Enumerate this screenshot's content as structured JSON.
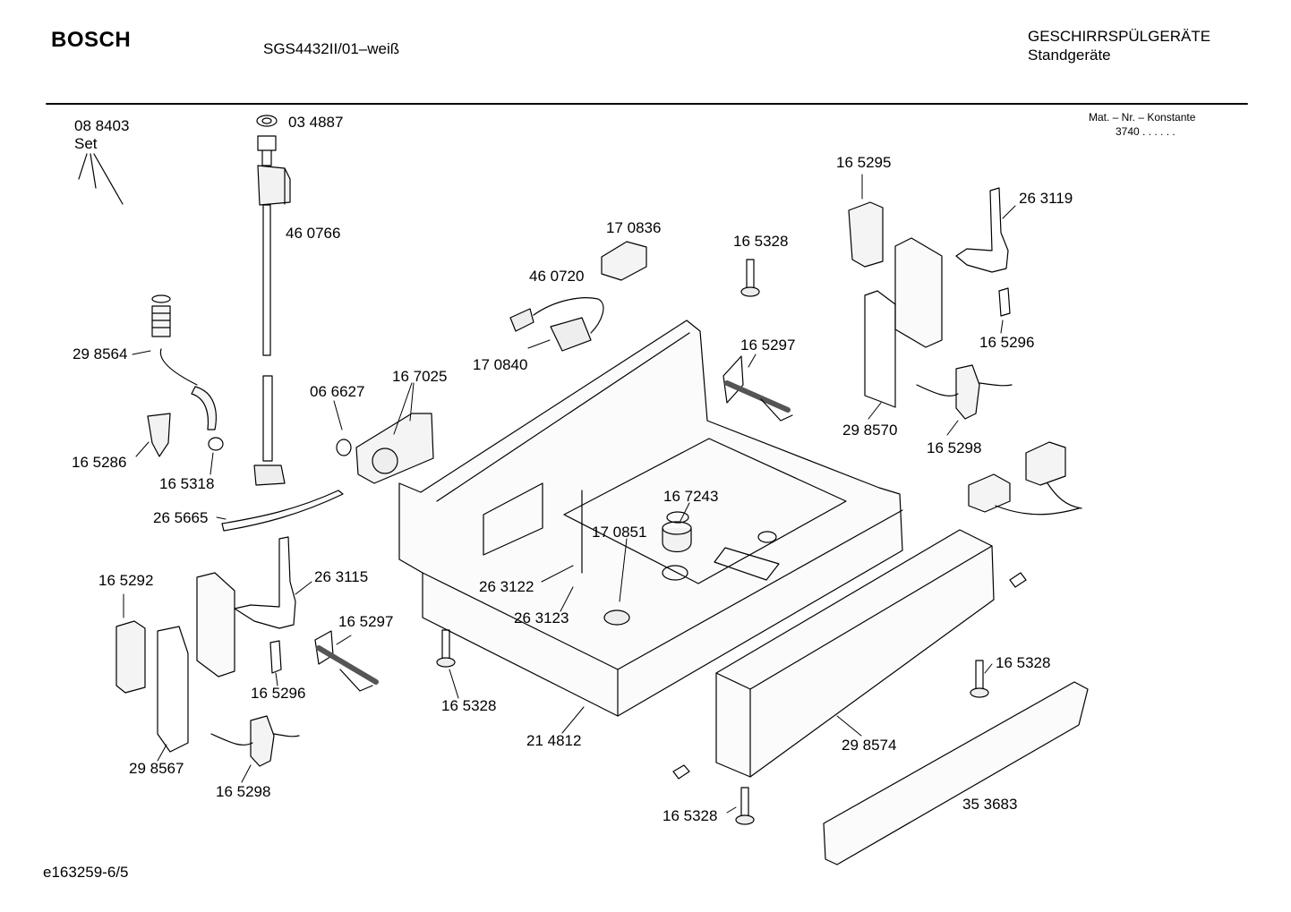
{
  "header": {
    "brand": "BOSCH",
    "model": "SGS4432II/01–weiß",
    "category": "GESCHIRRSPÜLGERÄTE",
    "subcategory": "Standgeräte"
  },
  "mat_nr": {
    "label": "Mat. – Nr. – Konstante",
    "value": "3740 .  .  .  .  .  ."
  },
  "parts": {
    "p088403": "08 8403",
    "set": "Set",
    "p034887": "03 4887",
    "p460766": "46 0766",
    "p170836": "17 0836",
    "p165328_top": "16 5328",
    "p165295": "16 5295",
    "p263119": "26 3119",
    "p460720": "46 0720",
    "p165296_right": "16 5296",
    "p298564": "29 8564",
    "p170840": "17 0840",
    "p165297_top": "16 5297",
    "p066627": "06 6627",
    "p167025": "16 7025",
    "p298570": "29 8570",
    "p165298_right": "16 5298",
    "p165286": "16 5286",
    "p165318": "16 5318",
    "p265665": "26 5665",
    "p167243": "16 7243",
    "p170851": "17 0851",
    "p165292": "16 5292",
    "p263115": "26 3115",
    "p263122": "26 3122",
    "p263123": "26 3123",
    "p165297_bottom": "16 5297",
    "p165328_right": "16 5328",
    "p165296_bottom": "16 5296",
    "p165328_bottom": "16 5328",
    "p214812": "21 4812",
    "p298574": "29 8574",
    "p298567": "29 8567",
    "p165298_bottom": "16 5298",
    "p165328_lower": "16 5328",
    "p353683": "35 3683"
  },
  "footer": {
    "doc_id": "e163259-6/5"
  }
}
